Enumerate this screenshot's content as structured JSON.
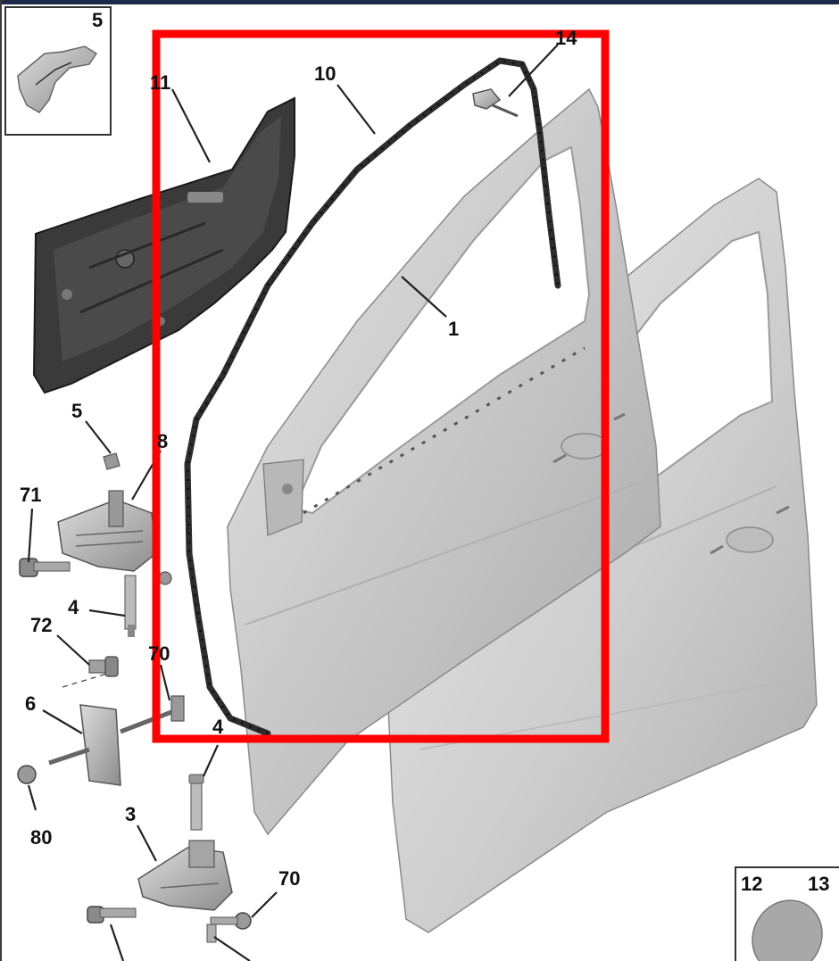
{
  "callouts": {
    "inset_5": "5",
    "label_11": "11",
    "label_10": "10",
    "label_14": "14",
    "label_1": "1",
    "label_5": "5",
    "label_8": "8",
    "label_71": "71",
    "label_4_upper": "4",
    "label_72": "72",
    "label_70_upper": "70",
    "label_6": "6",
    "label_4_lower": "4",
    "label_80": "80",
    "label_3": "3",
    "label_70_lower": "70",
    "inset_12": "12",
    "inset_13": "13"
  },
  "colors": {
    "highlight_frame": "#ff0000",
    "door_panel": "#cfcfcf",
    "door_shadow": "#9e9e9e",
    "trim_dark": "#2c2c2c",
    "header_bar": "#1e2a4a"
  }
}
